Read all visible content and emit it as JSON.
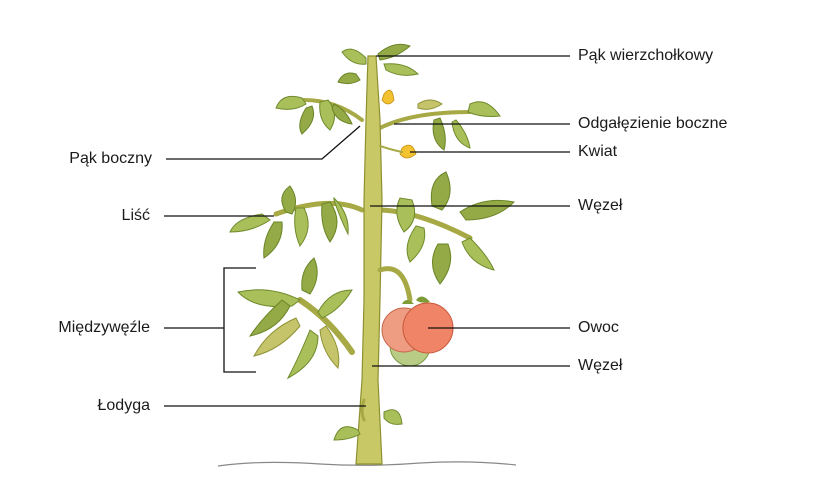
{
  "labels": {
    "apical_bud": "Pąk wierzchołkowy",
    "lateral_branch": "Odgałęzienie boczne",
    "flower": "Kwiat",
    "node_upper": "Węzeł",
    "fruit": "Owoc",
    "node_lower": "Węzeł",
    "lateral_bud": "Pąk boczny",
    "leaf": "Liść",
    "internode": "Międzywęźle",
    "stem": "Łodyga"
  },
  "colors": {
    "stem": "#c9c867",
    "leaf": "#a9bf5a",
    "fruit": "#ef8466",
    "flower": "#f2c230"
  }
}
